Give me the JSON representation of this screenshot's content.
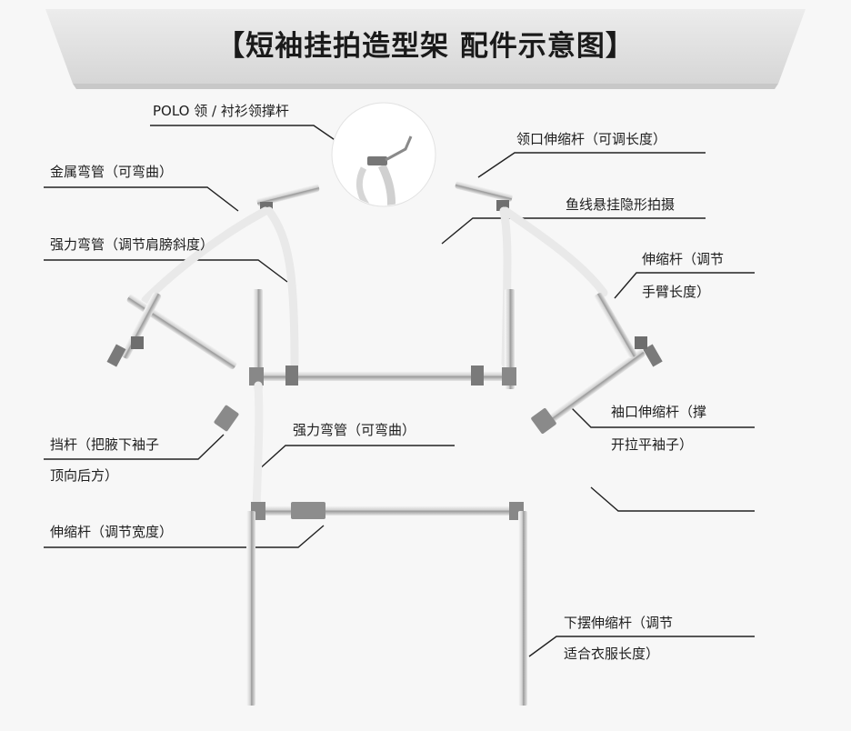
{
  "header": {
    "title": "【短袖挂拍造型架 配件示意图】"
  },
  "labels": {
    "polo_collar": "POLO 领 / 衬衫领撑杆",
    "metal_bend": "金属弯管（可弯曲）",
    "neck_telescopic": "领口伸缩杆（可调长度）",
    "fishing_line": "鱼线悬挂隐形拍摄",
    "strong_bend_shoulder": "强力弯管（调节肩膀斜度）",
    "arm_telescopic_l1": "伸缩杆（调节",
    "arm_telescopic_l2": "手臂长度）",
    "cuff_telescopic_l1": "袖口伸缩杆（撑",
    "cuff_telescopic_l2": "开拉平袖子）",
    "stopper_l1": "挡杆（把腋下袖子",
    "stopper_l2": "顶向后方）",
    "strong_bend": "强力弯管（可弯曲）",
    "width_telescopic": "伸缩杆（调节宽度）",
    "hem_telescopic_l1": "下摆伸缩杆（调节",
    "hem_telescopic_l2": "适合衣服长度）"
  },
  "colors": {
    "banner": "#e3e3e3",
    "chrome_light": "#f4f4f4",
    "chrome_dark": "#8c8c8c",
    "leader_line": "#222222"
  }
}
